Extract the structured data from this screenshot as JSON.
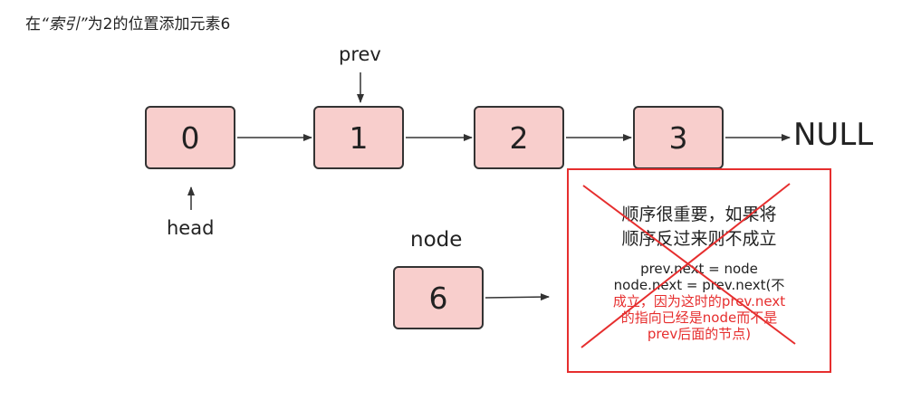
{
  "title": {
    "prefix": "在",
    "quoted": "“索引”",
    "suffix": "为2的位置添加元素6"
  },
  "nodes": [
    {
      "value": "0"
    },
    {
      "value": "1"
    },
    {
      "value": "2"
    },
    {
      "value": "3"
    }
  ],
  "null_label": "NULL",
  "pointers": {
    "prev": "prev",
    "head": "head",
    "node": "node"
  },
  "new_node": {
    "value": "6"
  },
  "note": {
    "heading_line1": "顺序很重要，如果将",
    "heading_line2": "顺序反过来则不成立",
    "code_line1": "prev.next = node",
    "code_line2": "node.next = prev.next(不",
    "code_line3": "成立，因为这时的prev.next",
    "code_line4": "的指向已经是node而不是",
    "code_line5": "prev后面的节点)"
  },
  "colors": {
    "node_fill": "#f8cecc",
    "node_border": "#333333",
    "arrow": "#333333",
    "cross": "#e62e2e"
  }
}
